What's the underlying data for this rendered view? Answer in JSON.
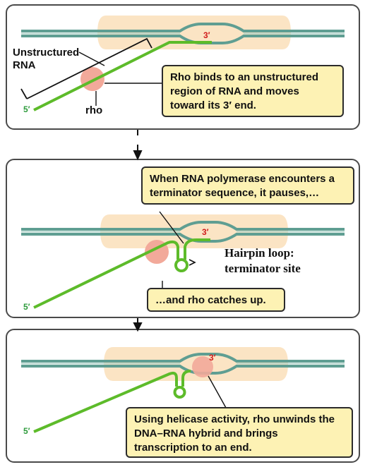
{
  "panel1": {
    "label_unstructured": "Unstructured",
    "label_rna": "RNA",
    "label_rho": "rho",
    "label_5prime": "5′",
    "label_3prime": "3′",
    "callout": "Rho binds to an unstructured region of RNA and moves toward its 3′ end."
  },
  "panel2": {
    "callout_top": "When RNA polymerase encounters a terminator sequence, it pauses,…",
    "callout_bottom": "…and rho catches up.",
    "hairpin_line1": "Hairpin loop:",
    "hairpin_line2": "terminator site",
    "label_5prime": "5′",
    "label_3prime": "3′"
  },
  "panel3": {
    "callout": "Using helicase activity, rho unwinds the DNA–RNA hybrid and brings transcription to an end.",
    "label_5prime": "5′",
    "label_3prime": "3′"
  },
  "colors": {
    "dna": "#5f9e92",
    "dna_light": "#a9cfc6",
    "polymerase": "#fbe4c4",
    "rna": "#5dbb2a",
    "rho": "#f2a99a",
    "callout_bg": "#fdf2b4"
  }
}
